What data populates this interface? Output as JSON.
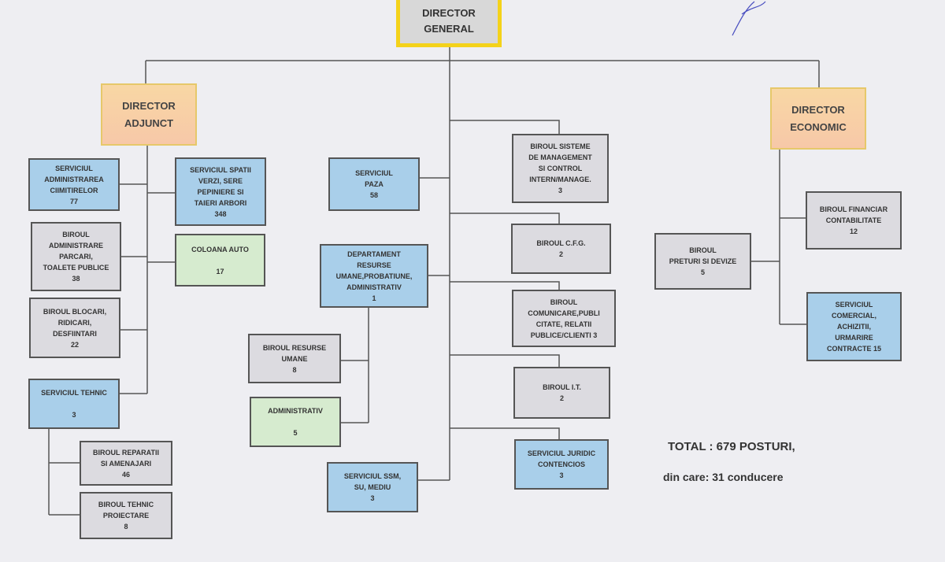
{
  "director_general": "DIRECTOR\nGENERAL",
  "director_adjunct": "DIRECTOR\nADJUNCT",
  "director_economic": "DIRECTOR\nECONOMIC",
  "units": {
    "cimitire": "SERVICIUL\nADMINISTRAREA\nCIIMITIRELOR\n77",
    "spatii_verzi": "SERVICIUL SPATII\nVERZI, SERE\nPEPINIERE SI\nTAIERI ARBORI\n348",
    "parcari": "BIROUL\nADMINISTRARE\nPARCARI,\nTOALETE PUBLICE\n38",
    "coloana_auto": "COLOANA AUTO\n\n17",
    "blocari": "BIROUL BLOCARI,\nRIDICARI,\nDESFIINTARI\n22",
    "tehnic": "SERVICIUL TEHNIC\n\n3",
    "reparatii": "BIROUL REPARATII\nSI AMENAJARI\n46",
    "proiectare": "BIROUL TEHNIC\nPROIECTARE\n8",
    "paza": "SERVICIUL\nPAZA\n58",
    "departament": "DEPARTAMENT\nRESURSE\nUMANE,PROBATIUNE,\nADMINISTRATIV\n1",
    "resurse_umane": "BIROUL RESURSE\nUMANE\n8",
    "administrativ": "ADMINISTRATIV\n\n5",
    "ssm": "SERVICIUL SSM,\nSU, MEDIU\n3",
    "sisteme": "BIROUL SISTEME\nDE MANAGEMENT\nSI CONTROL\nINTERN/MANAGE.\n3",
    "cfg": "BIROUL C.F.G.\n2",
    "comunicare": "BIROUL\nCOMUNICARE,PUBLI\nCITATE, RELATII\nPUBLICE/CLIENTI   3",
    "it": "BIROUL I.T.\n2",
    "juridic": "SERVICIUL JURIDIC\nCONTENCIOS\n3",
    "preturi": "BIROUL\nPRETURI SI DEVIZE\n5",
    "financiar": "BIROUL FINANCIAR\nCONTABILITATE\n12",
    "comercial": "SERVICIUL\nCOMERCIAL,\nACHIZITII,\nURMARIRE\nCONTRACTE     15"
  },
  "total": "TOTAL : 679 POSTURI,",
  "conducere": "din care: 31 conducere"
}
